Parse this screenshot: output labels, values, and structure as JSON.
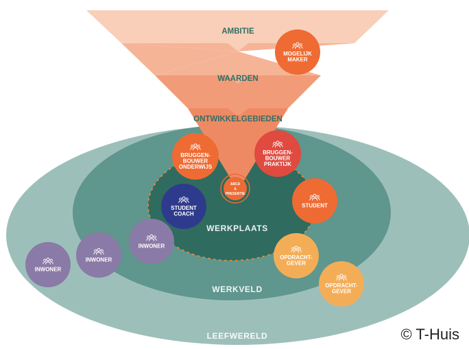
{
  "colors": {
    "leefwereld": "#9dbfba",
    "werkveld": "#5f968d",
    "werkplaats": "#2f6b5f",
    "funnel_top": "#f9cfb9",
    "funnel_mid": "#f6b497",
    "funnel_low": "#f19b78",
    "funnel_bottom": "#ee8a63",
    "funnel_text": "#2f6f67",
    "orange": "#ee6b33",
    "red": "#e04a3f",
    "navy": "#2e3b8c",
    "purple": "#8a7aa7",
    "light_orange": "#f4ad57"
  },
  "funnel": {
    "ambitie": "AMBITIE",
    "waarden": "WAARDEN",
    "ontwikkelgebieden": "ONTWIKKELGEBIEDEN"
  },
  "zones": {
    "werkplaats": "WERKPLAATS",
    "werkveld": "WERKVELD",
    "leefwereld": "LEEFWERELD"
  },
  "abcd": [
    "ABCD",
    "&",
    "PRESENTIE"
  ],
  "roles": {
    "mogelijk_maker": [
      "MOGELIJK",
      "MAKER"
    ],
    "bruggenbouwer_onderwijs": [
      "BRUGGEN-",
      "BOUWER",
      "ONDERWIJS"
    ],
    "bruggenbouwer_praktijk": [
      "BRUGGEN-",
      "BOUWER",
      "PRAKTIJK"
    ],
    "student_coach": [
      "STUDENT",
      "COACH"
    ],
    "student": [
      "STUDENT"
    ],
    "opdrachtgever_1": [
      "OPDRACHT-",
      "GEVER"
    ],
    "opdrachtgever_2": [
      "OPDRACHT-",
      "GEVER"
    ],
    "inwoner_1": [
      "INWONER"
    ],
    "inwoner_2": [
      "INWONER"
    ],
    "inwoner_3": [
      "INWONER"
    ]
  },
  "icon": "people-group-icon",
  "copyright": "© T-Huis"
}
